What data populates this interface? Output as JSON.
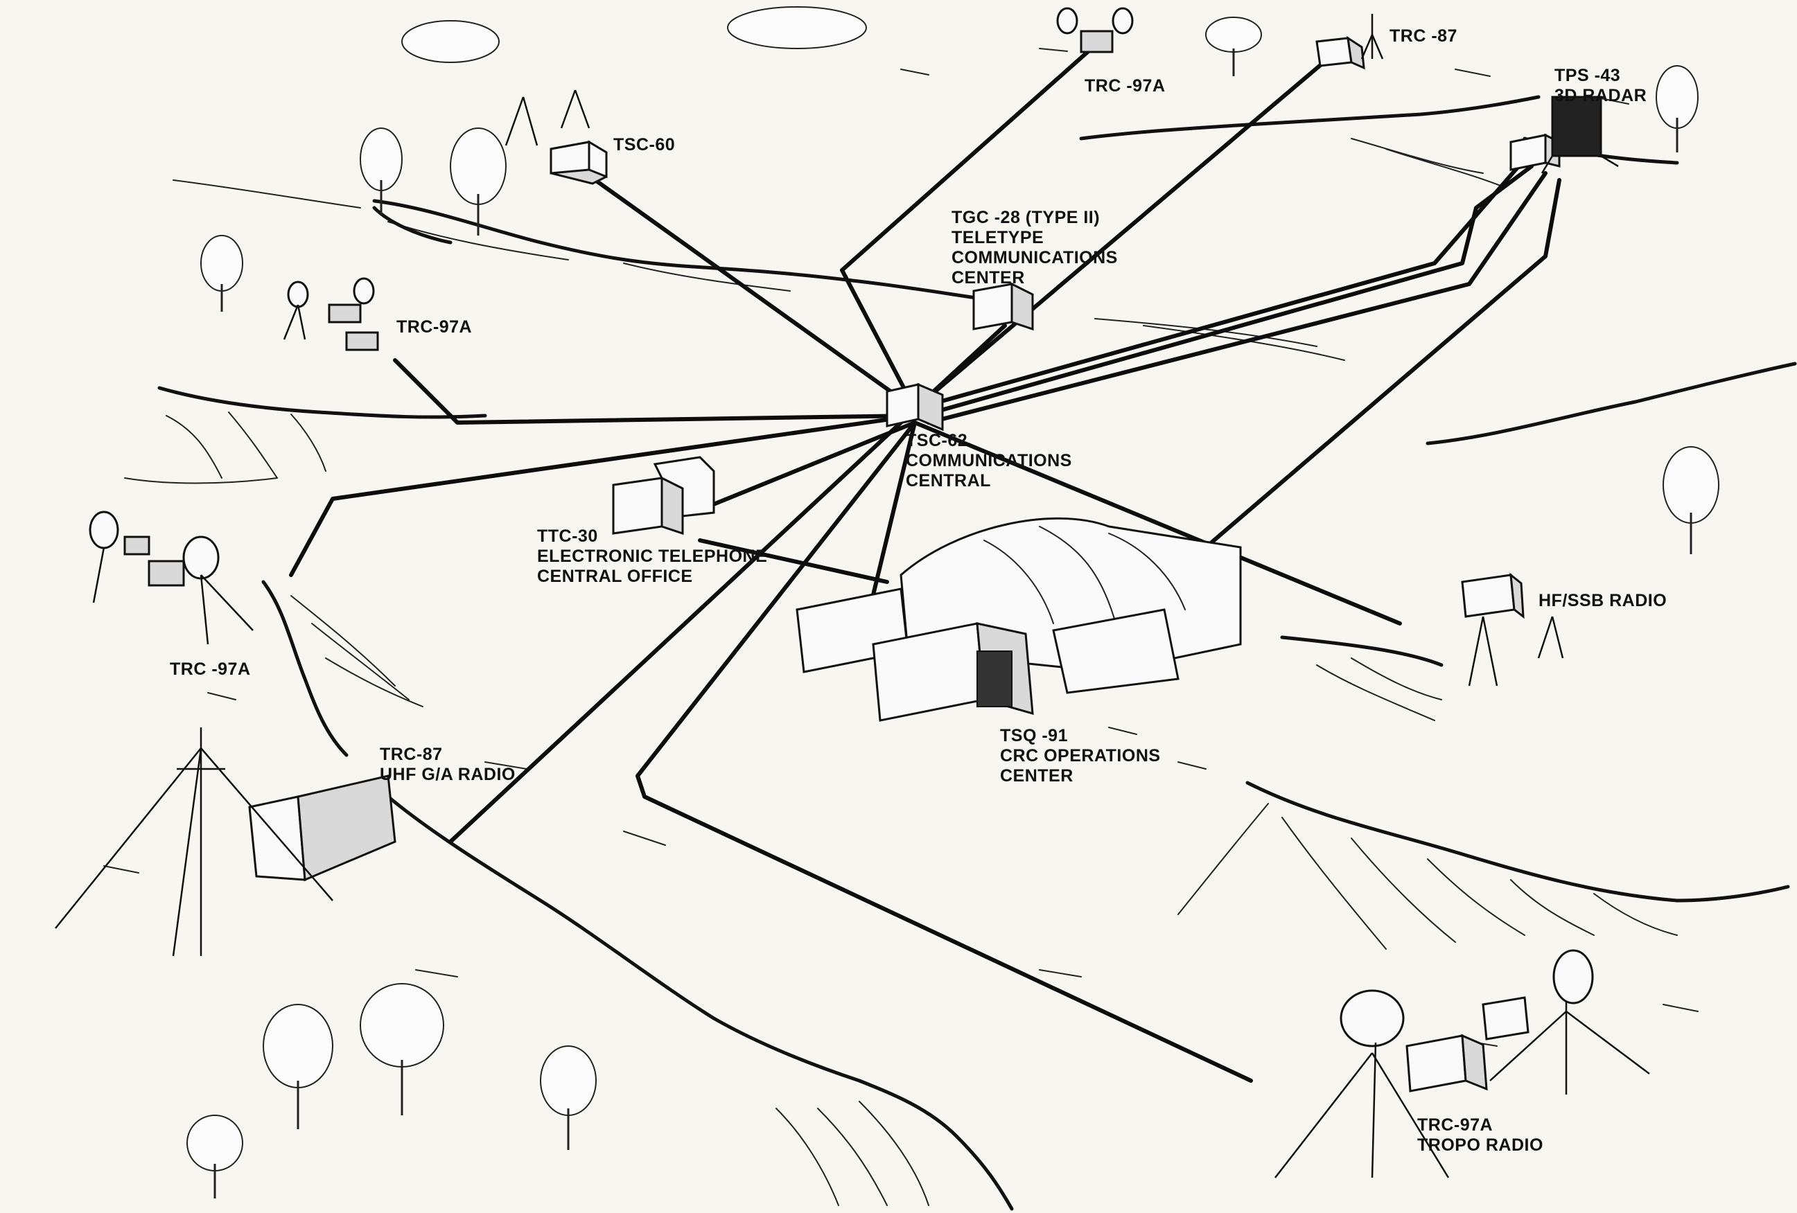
{
  "diagram": {
    "labels": {
      "trc97a_top": [
        "TRC -97A"
      ],
      "trc87_top": [
        "TRC -87"
      ],
      "tps43": [
        "TPS -43",
        "3D RADAR"
      ],
      "tsc60": [
        "TSC-60"
      ],
      "tgc28": [
        "TGC -28 (TYPE II)",
        "TELETYPE",
        "COMMUNICATIONS",
        "CENTER"
      ],
      "trc97a_left": [
        "TRC-97A"
      ],
      "tsc62": [
        "TSC-62",
        "COMMUNICATIONS",
        "CENTRAL"
      ],
      "ttc30": [
        "TTC-30",
        "ELECTRONIC TELEPHONE",
        "CENTRAL OFFICE"
      ],
      "hfssb": [
        "HF/SSB RADIO"
      ],
      "trc97a_mid": [
        "TRC -97A"
      ],
      "trc87_uhf": [
        "TRC-87",
        "UHF G/A RADIO"
      ],
      "tsq91": [
        "TSQ -91",
        "CRC OPERATIONS",
        "CENTER"
      ],
      "trc97a_tropo": [
        "TRC-97A",
        "TROPO RADIO"
      ]
    },
    "colors": {
      "ink": "#111111",
      "paper": "#f7f6f1",
      "equipment": "#fafafa"
    }
  }
}
